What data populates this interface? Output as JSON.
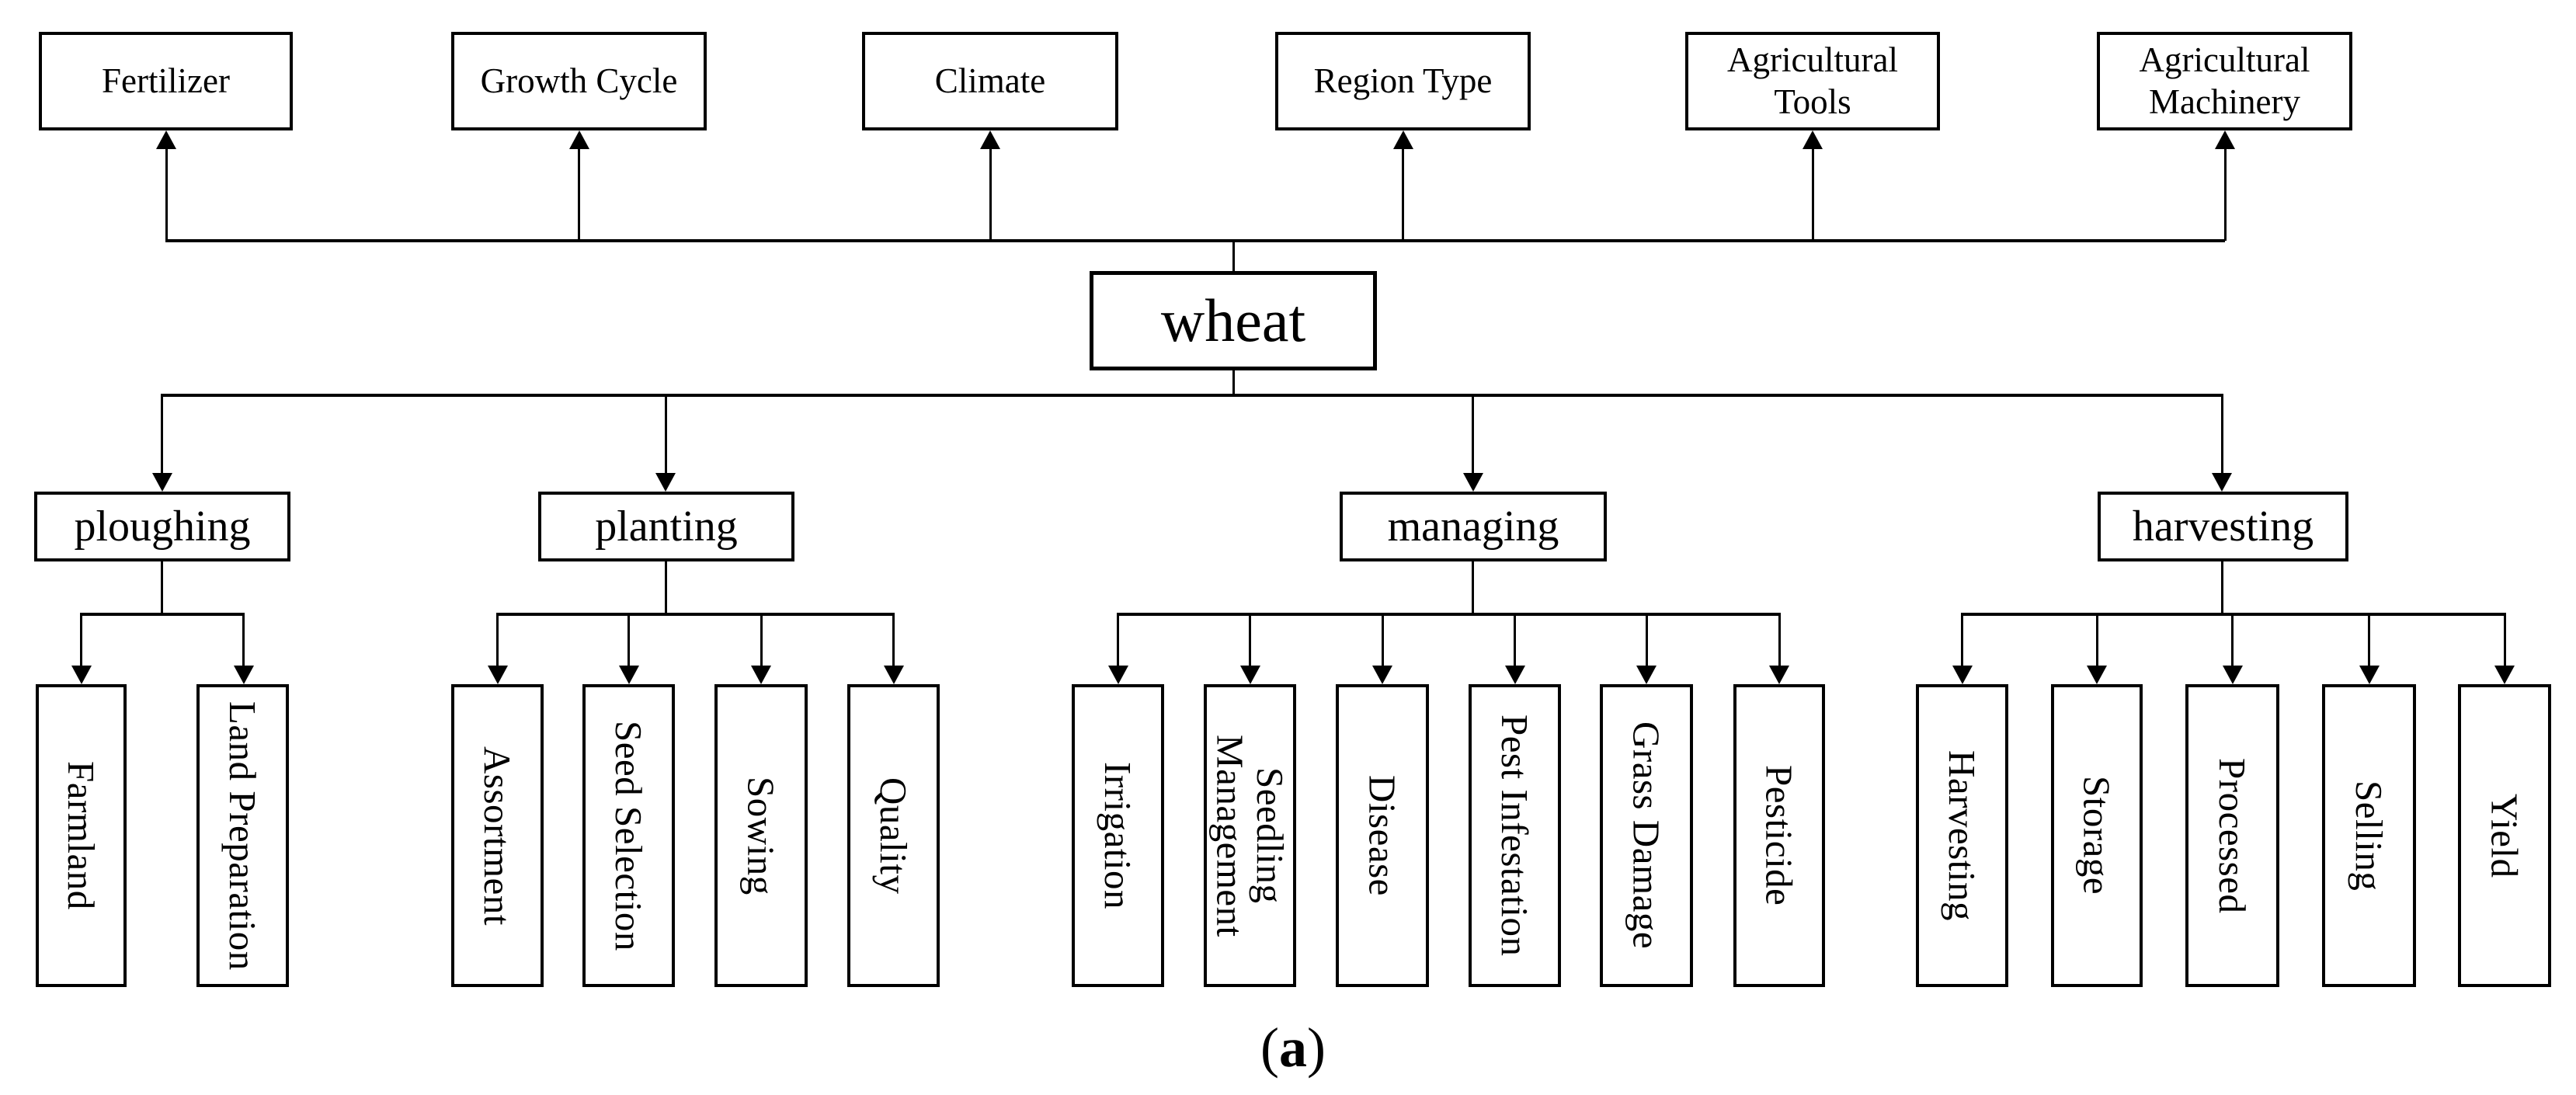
{
  "figure": {
    "root": "wheat",
    "attributes": [
      "Fertilizer",
      "Growth Cycle",
      "Climate",
      "Region Type",
      "Agricultural Tools",
      "Agricultural Machinery"
    ],
    "stages": [
      {
        "label": "ploughing",
        "children": [
          "Farmland",
          "Land Preparation"
        ]
      },
      {
        "label": "planting",
        "children": [
          "Assortment",
          "Seed Selection",
          "Sowing",
          "Quality"
        ]
      },
      {
        "label": "managing",
        "children": [
          "Irrigation",
          "Seedling Management",
          "Disease",
          "Pest Infestation",
          "Grass Damage",
          "Pesticide"
        ]
      },
      {
        "label": "harvesting",
        "children": [
          "Harvesting",
          "Storage",
          "Processed",
          "Selling",
          "Yield"
        ]
      }
    ],
    "caption": {
      "open": "(",
      "letter": "a",
      "close": ")"
    },
    "colors": {
      "ink": "#000000",
      "background": "#ffffff"
    }
  }
}
